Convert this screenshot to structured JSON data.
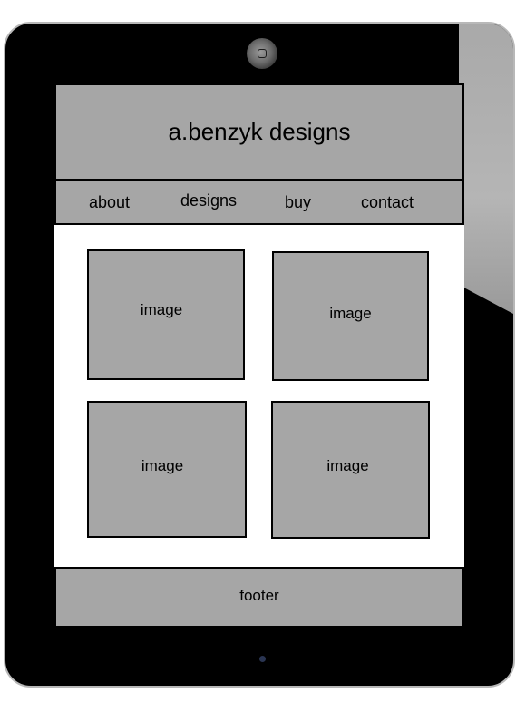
{
  "colors": {
    "device_frame": "#000000",
    "panel_fill": "#a6a6a6",
    "content_bg": "#ffffff",
    "border": "#000000"
  },
  "header": {
    "title": "a.benzyk designs"
  },
  "nav": {
    "items": [
      {
        "label": "about"
      },
      {
        "label": "designs"
      },
      {
        "label": "buy"
      },
      {
        "label": "contact"
      }
    ]
  },
  "gallery": {
    "tiles": [
      {
        "label": "image"
      },
      {
        "label": "image"
      },
      {
        "label": "image"
      },
      {
        "label": "image"
      }
    ]
  },
  "footer": {
    "label": "footer"
  },
  "icons": {
    "camera": "camera-icon",
    "home": "home-button-icon"
  }
}
